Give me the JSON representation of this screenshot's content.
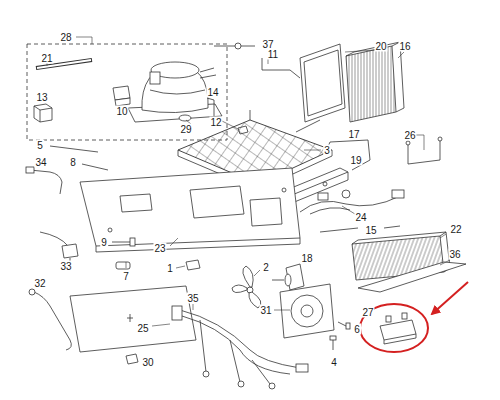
{
  "diagram": {
    "labels": [
      "28",
      "37",
      "11",
      "20",
      "16",
      "21",
      "13",
      "10",
      "14",
      "12",
      "29",
      "3",
      "17",
      "26",
      "5",
      "19",
      "34",
      "8",
      "24",
      "15",
      "22",
      "9",
      "23",
      "33",
      "7",
      "1",
      "2",
      "36",
      "18",
      "32",
      "35",
      "31",
      "6",
      "27",
      "25",
      "30",
      "4"
    ]
  }
}
